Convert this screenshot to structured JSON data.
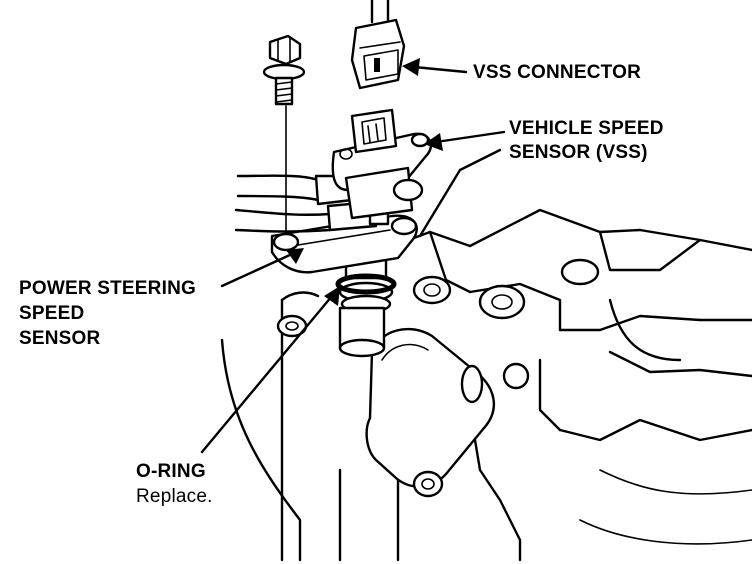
{
  "labels": {
    "vss_connector": "VSS CONNECTOR",
    "vss_line1": "VEHICLE SPEED",
    "vss_line2": "SENSOR (VSS)",
    "ps_line1": "POWER STEERING",
    "ps_line2": "SPEED",
    "ps_line3": "SENSOR",
    "oring_title": "O-RING",
    "oring_note": "Replace."
  },
  "colors": {
    "ink": "#000000",
    "paper": "#ffffff"
  }
}
